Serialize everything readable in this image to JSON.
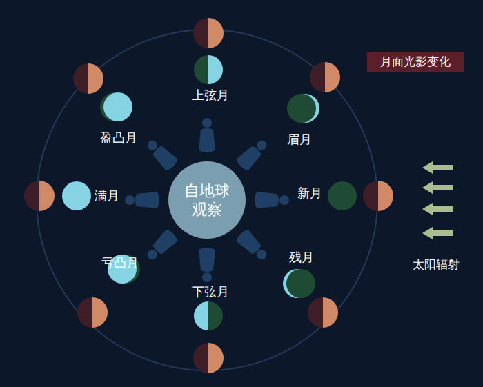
{
  "diagram": {
    "nodes": [
      {
        "text": [
          "月面光影变化"
        ]
      },
      {
        "text": [
          "自地球 观察"
        ]
      }
    ],
    "labels": [
      "上弦月",
      "眉月",
      "盈凸月",
      "新月",
      "满月",
      "残月",
      "亏凸月",
      "下弦月",
      "太阳辐射"
    ]
  }
}
